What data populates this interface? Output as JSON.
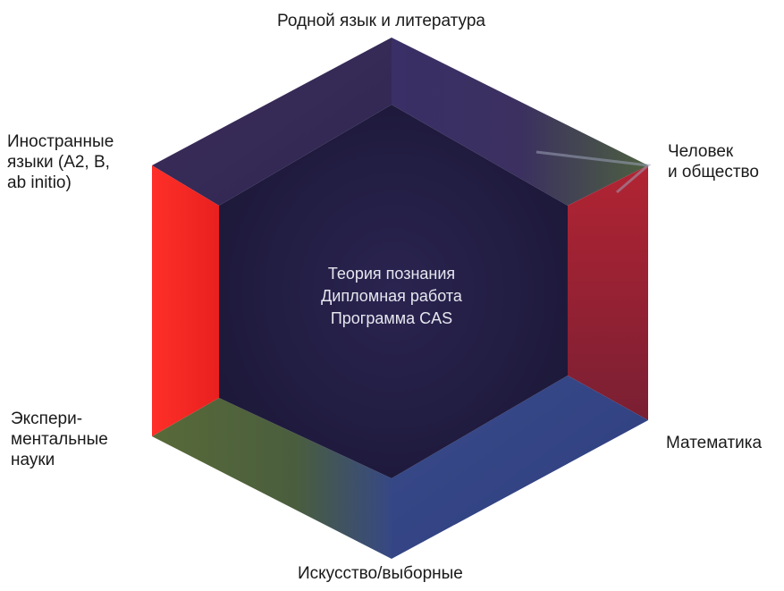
{
  "colors": {
    "top": "#3a2f5e",
    "top_right": "#4a5a3a",
    "right": "#8a2030",
    "bottom_right": "#3b4a86",
    "bottom": "#5a6a38",
    "bottom_left": "#3e4a3a",
    "left": "#ff2a25",
    "center": "#221d44"
  },
  "center_lines": [
    "Теория познания",
    "Дипломная работа",
    "Программа CAS"
  ],
  "labels": {
    "top": [
      "Родной язык и литература"
    ],
    "top_left": [
      "Иностранные",
      "языки (A2, B,",
      "ab initio)"
    ],
    "top_right": [
      "Человек",
      "и общество"
    ],
    "bottom_left": [
      "Экспери-",
      "ментальные",
      "науки"
    ],
    "bottom_right": [
      "Математика"
    ],
    "bottom": [
      "Искусство/выборные"
    ]
  }
}
